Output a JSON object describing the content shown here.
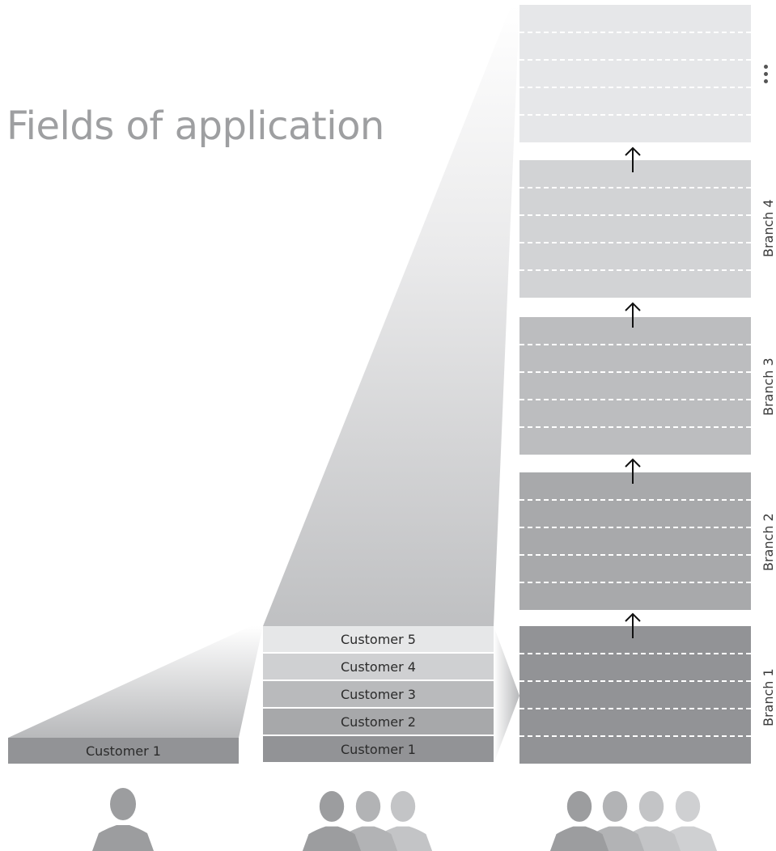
{
  "title": "Fields of application",
  "single_tenant": {
    "bar_label": "Customer 1"
  },
  "multi_tenant": {
    "bars": [
      {
        "label": "Customer 5",
        "color": "#e6e7e8"
      },
      {
        "label": "Customer 4",
        "color": "#cfd0d2"
      },
      {
        "label": "Customer 3",
        "color": "#b9babc"
      },
      {
        "label": "Customer 2",
        "color": "#a7a8aa"
      },
      {
        "label": "Customer 1",
        "color": "#929396"
      }
    ]
  },
  "branches": [
    {
      "label": "",
      "color": "#e6e7e9"
    },
    {
      "label": "Branch 4",
      "color": "#d2d3d5"
    },
    {
      "label": "Branch 3",
      "color": "#bcbdbf"
    },
    {
      "label": "Branch 2",
      "color": "#a8a9ab"
    },
    {
      "label": "Branch 1",
      "color": "#929396"
    }
  ],
  "colors": {
    "title": "#9e9fa1",
    "person_dark": "#9c9d9f",
    "person_light": "#c3c4c6"
  },
  "icons": [
    "person-icon",
    "up-arrow-icon",
    "ellipsis-icon"
  ]
}
